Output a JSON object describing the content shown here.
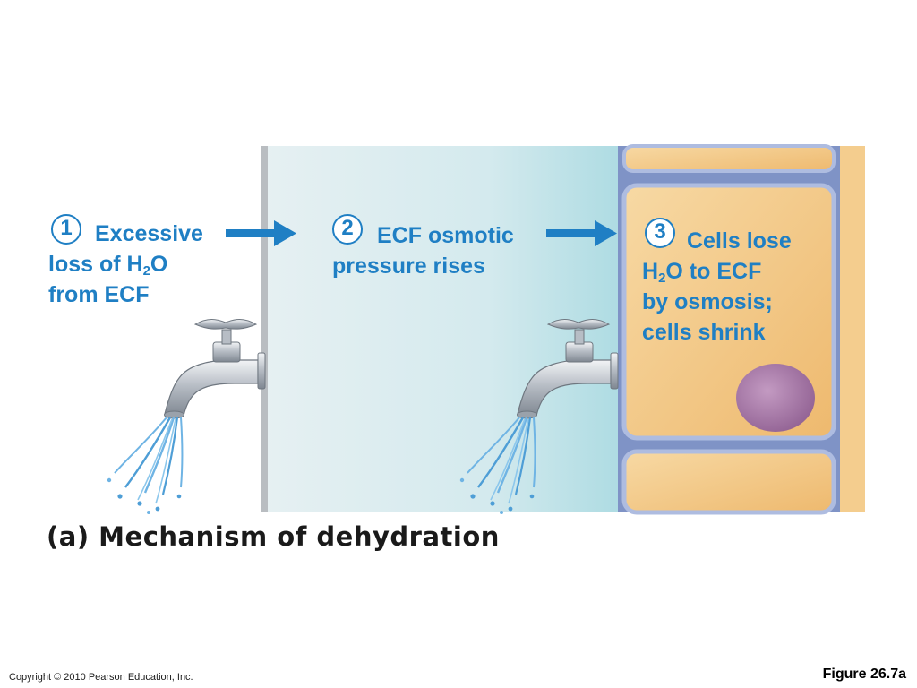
{
  "steps": [
    {
      "number": "1",
      "line1": "Excessive",
      "line2_pre": "loss of H",
      "line2_sub": "2",
      "line2_post": "O",
      "line3": "from ECF"
    },
    {
      "number": "2",
      "line1": "ECF osmotic",
      "line2": "pressure rises"
    },
    {
      "number": "3",
      "line1": "Cells lose",
      "line2_pre": "H",
      "line2_sub": "2",
      "line2_post": "O to ECF",
      "line3": "by osmosis;",
      "line4": "cells shrink"
    }
  ],
  "caption": "(a) Mechanism of dehydration",
  "copyright": "Copyright © 2010 Pearson Education, Inc.",
  "figure_ref": "Figure 26.7a",
  "colors": {
    "label_blue": "#1f7fc4",
    "arrow_blue": "#1f7fc4",
    "ecf_light": "#e3eff2",
    "ecf_dark": "#a9dbe2",
    "cell_fill": "#f4cd8e",
    "membrane": "#8b9fcf",
    "nucleus": "#a97aa8",
    "water": "#5aa7db"
  },
  "icons": [
    "faucet-icon",
    "water-spray-icon",
    "arrow-right-icon",
    "cell-icon",
    "nucleus-icon"
  ]
}
